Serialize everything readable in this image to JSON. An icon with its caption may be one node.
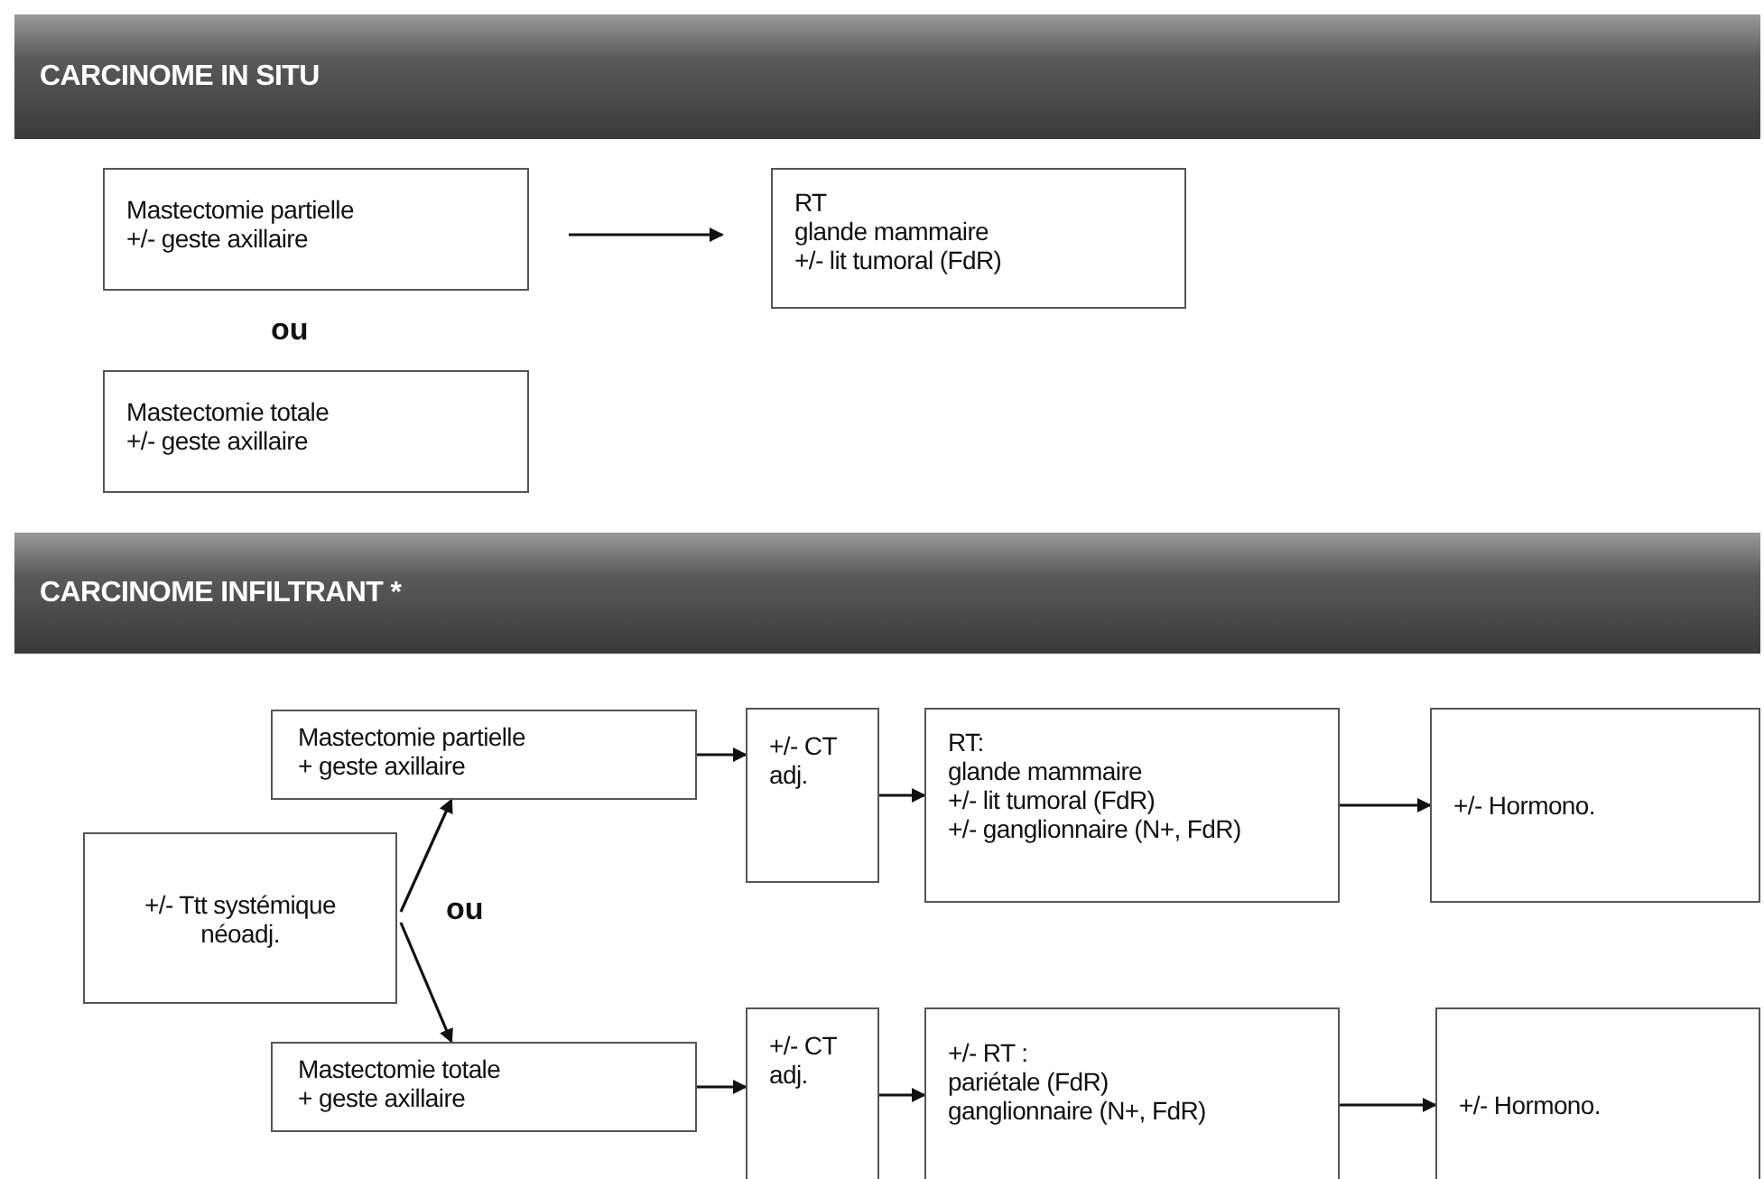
{
  "diagram": {
    "nodes": [
      {
        "text": [
          "CARCINOME IN SITU"
        ]
      },
      {
        "text": [
          "Mastectomie partielle",
          "+/- geste axillaire"
        ]
      },
      {
        "text": [
          "RT",
          "glande mammaire",
          "+/- lit tumoral (FdR)"
        ]
      },
      {
        "text": [
          "Mastectomie totale",
          "+/-  geste axillaire"
        ]
      },
      {
        "text": [
          "CARCINOME INFILTRANT *"
        ]
      },
      {
        "text": [
          "+/- Ttt systémique néoadj."
        ]
      },
      {
        "text": [
          "Mastectomie partielle",
          "+ geste axillaire"
        ]
      },
      {
        "text": [
          "+/- CT adj."
        ]
      },
      {
        "text": [
          "RT:",
          "glande mammaire",
          "+/- lit tumoral (FdR)",
          "+/- ganglionnaire (N+, FdR)"
        ]
      },
      {
        "text": [
          "+/- Hormono."
        ]
      },
      {
        "text": [
          "Mastectomie totale",
          "+ geste axillaire"
        ]
      },
      {
        "text": [
          "+/- CT adj."
        ]
      },
      {
        "text": [
          "+/- RT :",
          "pariétale (FdR)",
          "ganglionnaire (N+, FdR)"
        ]
      },
      {
        "text": [
          "+/- Hormono."
        ]
      }
    ],
    "edges": [
      {
        "from": 1,
        "to": 2,
        "arrow": "to"
      },
      {
        "from": 5,
        "to": 6,
        "arrow": "to"
      },
      {
        "from": 5,
        "to": 10,
        "arrow": "to"
      },
      {
        "from": 6,
        "to": 7,
        "arrow": "to"
      },
      {
        "from": 7,
        "to": 8,
        "arrow": "to"
      },
      {
        "from": 8,
        "to": 9,
        "arrow": "to"
      },
      {
        "from": 10,
        "to": 11,
        "arrow": "to"
      },
      {
        "from": 11,
        "to": 12,
        "arrow": "to"
      },
      {
        "from": 12,
        "to": 13,
        "arrow": "to"
      }
    ],
    "labels": [
      "ou",
      "ou"
    ]
  }
}
